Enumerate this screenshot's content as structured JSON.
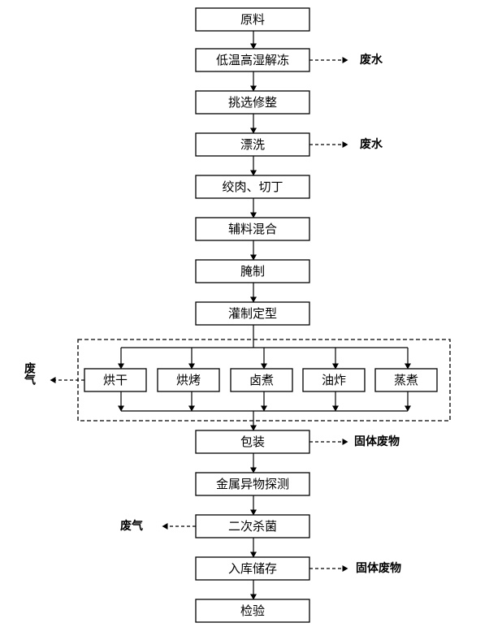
{
  "steps": {
    "raw_material": "原料",
    "thaw": "低温高湿解冻",
    "trim": "挑选修整",
    "rinse": "漂洗",
    "mince": "绞肉、切丁",
    "mix": "辅料混合",
    "cure": "腌制",
    "fill": "灌制定型",
    "package": "包装",
    "metal_detect": "金属异物探测",
    "sterilize": "二次杀菌",
    "storage": "入库储存",
    "inspect": "检验"
  },
  "cooking_options": [
    "烘干",
    "烘烤",
    "卤煮",
    "油炸",
    "蒸煮"
  ],
  "outputs": {
    "thaw_out": "废水",
    "rinse_out": "废水",
    "cooking_out": "废气",
    "package_out": "固体废物",
    "sterilize_out": "废气",
    "storage_out": "固体废物"
  }
}
